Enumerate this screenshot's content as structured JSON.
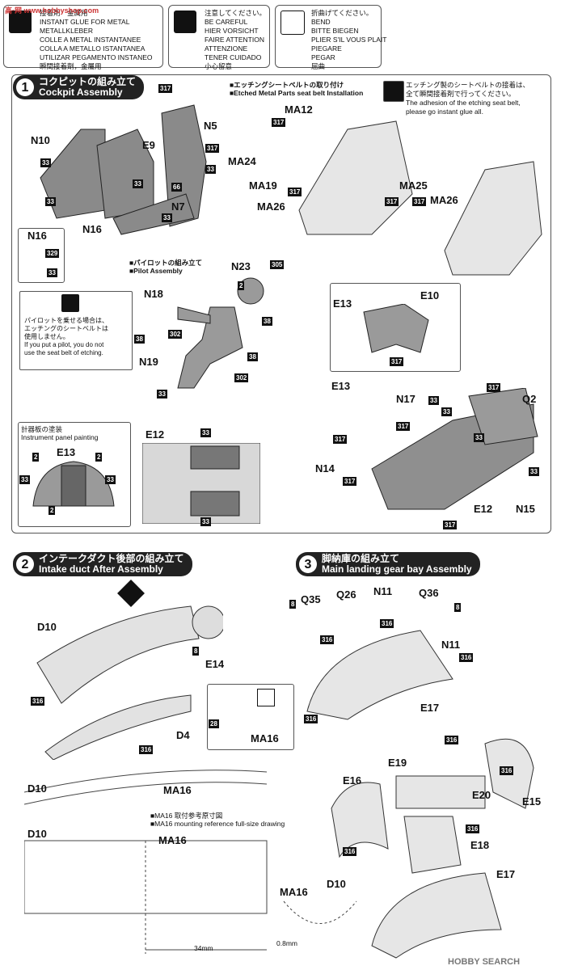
{
  "legend": {
    "glue": "接着剤　金属用\nINSTANT GLUE FOR METAL\nMETALLKLEBER\nCOLLE A METAL INSTANTANEE\nCOLLA A METALLO ISTANTANEA\nUTILIZAR PEGAMENTO INSTANEO\n瞬間接着劑，金屬用",
    "careful": "注意してください。\nBE CAREFUL\nHIER VORSICHT\nFAIRE ATTENTION\nATTENZIONE\nTENER CUIDADO\n小心留意",
    "bend": "折曲げてください。\nBEND\nBITTE BIEGEN\nPLIER S'IL VOUS PLAIT\nPIEGARE\nPEGAR\n屈曲"
  },
  "sections": {
    "s1": {
      "num": "1",
      "ja": "コクピットの組み立て",
      "en": "Cockpit Assembly"
    },
    "s2": {
      "num": "2",
      "ja": "インテークダクト後部の組み立て",
      "en": "Intake duct After Assembly"
    },
    "s3": {
      "num": "3",
      "ja": "脚納庫の組み立て",
      "en": "Main landing gear bay Assembly"
    }
  },
  "subtitles": {
    "belt": "■エッチングシートベルトの取り付け\n■Etched Metal Parts seat belt Installation",
    "pilot": "■パイロットの組み立て\n■Pilot Assembly",
    "panel": "計器板の塗装\nInstrument panel painting",
    "ma16": "■MA16 取付参考原寸図\n■MA16 mounting reference full-size drawing"
  },
  "notes": {
    "belt_glue": "エッチング製のシートベルトの接着は、\n全て瞬間接着剤で行ってください。\nThe adhesion of the etching seat belt,\nplease go instant glue all.",
    "pilot_note": "パイロットを乗せる場合は、\nエッチングのシートベルトは\n使用しません。\nIf you put a pilot, you do not\nuse the seat belt of etching."
  },
  "parts": {
    "N10": "N10",
    "E9": "E9",
    "N5": "N5",
    "N7": "N7",
    "N16a": "N16",
    "N16b": "N16",
    "MA12": "MA12",
    "MA24": "MA24",
    "MA19": "MA19",
    "MA26a": "MA26",
    "MA25": "MA25",
    "MA26b": "MA26",
    "N23": "N23",
    "N18": "N18",
    "N19": "N19",
    "E13a": "E13",
    "E10": "E10",
    "E13b": "E13",
    "E13c": "E13",
    "N17": "N17",
    "Q2": "Q2",
    "N14": "N14",
    "E12a": "E12",
    "E12b": "E12",
    "N15": "N15",
    "D10a": "D10",
    "E14": "E14",
    "D4": "D4",
    "MA16a": "MA16",
    "D10b": "D10",
    "MA16b": "MA16",
    "D10c": "D10",
    "MA16c": "MA16",
    "D10d": "D10",
    "MA16d": "MA16",
    "Q35": "Q35",
    "Q26": "Q26",
    "N11a": "N11",
    "Q36": "Q36",
    "N11b": "N11",
    "E17a": "E17",
    "E19": "E19",
    "E16": "E16",
    "E20": "E20",
    "E15": "E15",
    "E18": "E18",
    "E17b": "E17"
  },
  "paints": [
    "317",
    "33",
    "66",
    "329",
    "305",
    "302",
    "38",
    "2",
    "8",
    "316",
    "28"
  ],
  "dimensions": {
    "width": "34mm",
    "thickness": "0.8mm"
  },
  "watermark_left": "高·网 www.hobbyshop.com",
  "watermark_right": "HOBBY SEARCH"
}
